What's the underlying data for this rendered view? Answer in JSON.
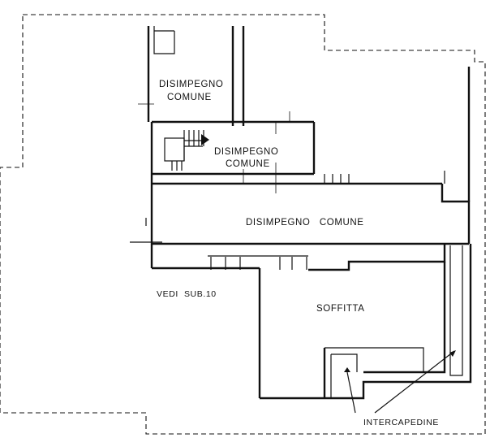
{
  "plan": {
    "rooms": [
      {
        "id": "disimpegno-comune-top",
        "line1": "DISIMPEGNO",
        "line2": "COMUNE"
      },
      {
        "id": "disimpegno-comune-stair",
        "line1": "DISIMPEGNO",
        "line2": "COMUNE"
      },
      {
        "id": "disimpegno-comune-main",
        "line1": "DISIMPEGNO   COMUNE"
      },
      {
        "id": "soffitta",
        "line1": "SOFFITTA"
      }
    ],
    "notes": {
      "vedi_sub": "VEDI  SUB.10",
      "intercapedine": "INTERCAPEDINE"
    }
  }
}
